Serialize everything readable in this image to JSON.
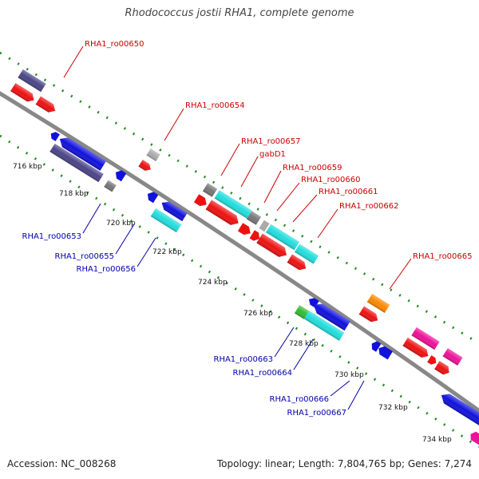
{
  "title": "Rhodococcus jostii RHA1, complete genome",
  "footer": {
    "accession": "Accession: NC_008268",
    "summary": "Topology: linear; Length: 7,804,765 bp; Genes: 7,274"
  },
  "colors": {
    "backbone": "#888888",
    "tick": "#1e8c1e",
    "label_top": "#cc0000",
    "label_bottom": "#0000aa",
    "purple": "#4a4587",
    "red": "#ee1111",
    "blue": "#1111dd",
    "cyan": "#22dddd",
    "gray": "#777777",
    "orange": "#ff8800",
    "pink": "#ee1199",
    "green": "#33bb33"
  },
  "kbp_labels": [
    "716 kbp",
    "718 kbp",
    "720 kbp",
    "722 kbp",
    "724 kbp",
    "726 kbp",
    "728 kbp",
    "730 kbp",
    "732 kbp",
    "734 kbp"
  ],
  "gene_labels_top": [
    "RHA1_ro00650",
    "RHA1_ro00654",
    "RHA1_ro00657",
    "gabD1",
    "RHA1_ro00659",
    "RHA1_ro00660",
    "RHA1_ro00661",
    "RHA1_ro00662",
    "RHA1_ro00665"
  ],
  "gene_labels_bottom": [
    "RHA1_ro00653",
    "RHA1_ro00655",
    "RHA1_ro00656",
    "RHA1_ro00663",
    "RHA1_ro00664",
    "RHA1_ro00666",
    "RHA1_ro00667"
  ]
}
